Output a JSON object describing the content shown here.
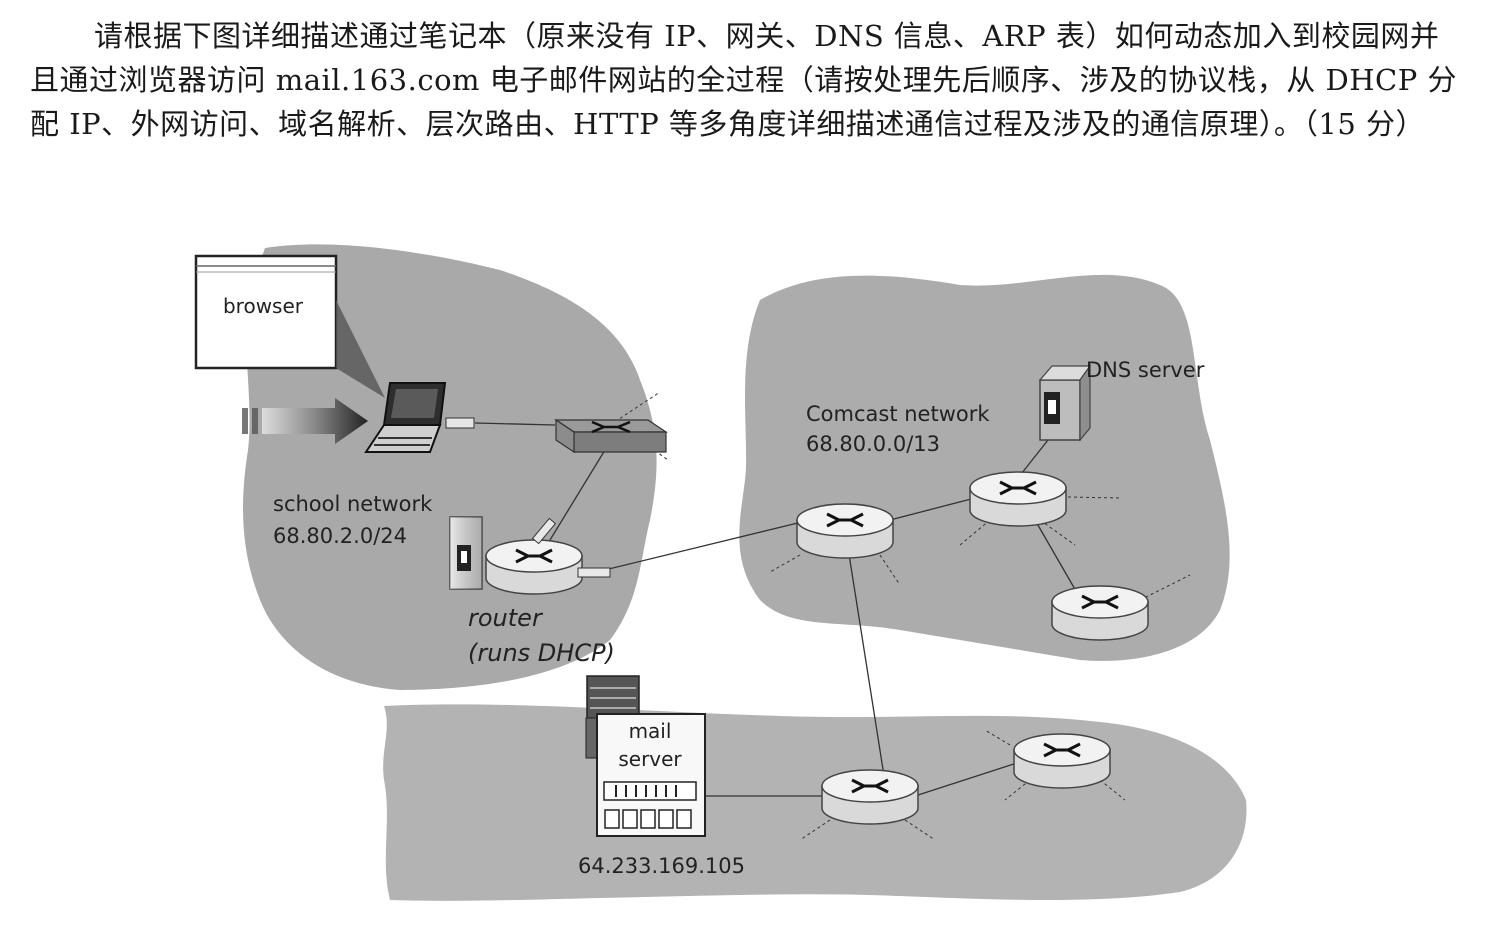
{
  "question": {
    "text": "请根据下图详细描述通过笔记本（原来没有 IP、网关、DNS 信息、ARP 表）如何动态加入到校园网并且通过浏览器访问 mail.163.com 电子邮件网站的全过程（请按处理先后顺序、涉及的协议栈，从 DHCP 分配 IP、外网访问、域名解析、层次路由、HTTP 等多角度详细描述通信过程及涉及的通信原理）。（15 分）"
  },
  "diagram": {
    "browser_label": "browser",
    "school_network_name": "school network",
    "school_network_prefix": "68.80.2.0/24",
    "router_label": "router",
    "router_sublabel": "(runs DHCP)",
    "comcast_network_name": "Comcast network",
    "comcast_network_prefix": "68.80.0.0/13",
    "dns_server_label": "DNS server",
    "mail_server_label_line1": "mail",
    "mail_server_label_line2": "server",
    "mail_server_ip": "64.233.169.105",
    "colors": {
      "cloud": "#a6a6a6",
      "router_body": "#ececec",
      "line": "#333333"
    },
    "icons": [
      "laptop-icon",
      "switch-icon",
      "router-icon",
      "server-icon",
      "arrow-icon"
    ]
  }
}
